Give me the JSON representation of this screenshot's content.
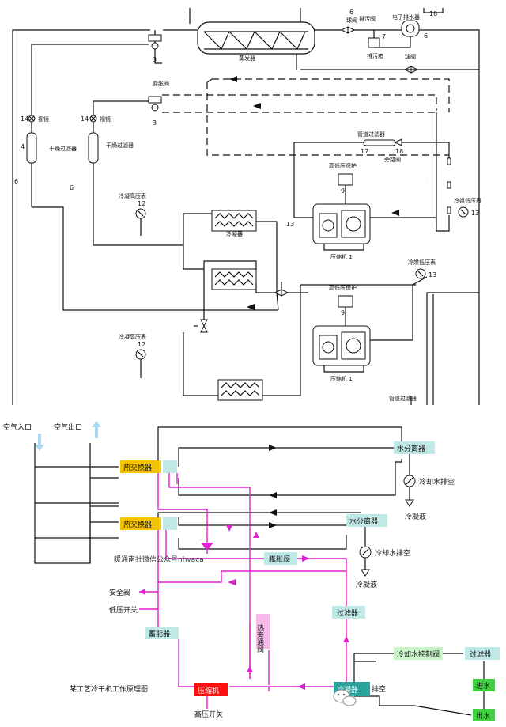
{
  "upper": {
    "labels": {
      "sight_glass_left": "视镜",
      "sight_glass_right": "视镜",
      "num_14_left": "14",
      "num_14_right": "14",
      "dryer_left": "干燥过滤器",
      "dryer_right": "干燥过滤器",
      "num_4": "4",
      "num_6_left": "6",
      "num_6_mid": "6",
      "num_3_top": "3",
      "num_3_mid": "3",
      "expansion_valve": "膨胀阀",
      "evaporator": "蒸发器",
      "valve_top": "球阀",
      "drain_top": "排污阀",
      "num_6_top": "6",
      "num_7": "7",
      "electronic_drain": "电子排水器",
      "num_6_right": "6",
      "num_18_top": "18",
      "drain_box": "排污箱",
      "ball_valve": "球阀",
      "pipe_filter": "管道过滤器",
      "num_17": "17",
      "num_18": "18",
      "bypass_valve": "旁路阀",
      "hp_protect_top": "高低压保护",
      "num_9_top": "9",
      "cond_hp_gauge_top": "冷凝高压表",
      "num_12_top": "12",
      "num_13_left": "13",
      "lp_gauge_top": "冷媒低压表",
      "num_13_right": "13",
      "compressor_top": "压缩机 1",
      "lp_gauge_mid": "冷媒低压表",
      "num_13_mid": "13",
      "hp_protect_bot": "高低压保护",
      "num_9_bot": "9",
      "cond_hp_gauge_bot": "冷凝高压表",
      "num_12_bot": "12",
      "compressor_bot": "压缩机 1",
      "pipe_filter_bot": "管道过滤器",
      "hx_small": "冷凝器"
    }
  },
  "lower": {
    "air_inlet": "空气入口",
    "air_outlet": "空气出口",
    "hx_top": "热交换器",
    "hx_bottom": "热交换器",
    "water_sep_top": "水分离器",
    "water_sep_bottom": "水分离器",
    "cooling_drain_top": "冷却水排空",
    "cooling_drain_bottom": "冷却水排空",
    "condensate_top": "冷凝液",
    "condensate_bottom": "冷凝液",
    "watermark": "暖通南社微信公众号nhvaca",
    "expansion_valve": "膨胀阀",
    "safety_valve": "安全阀",
    "low_pressure_switch": "低压开关",
    "accumulator": "蓄能器",
    "hot_bypass_valve": "热旁通阀",
    "filter_mid": "过滤器",
    "cooling_water_control_valve": "冷却水控制阀",
    "filter_right": "过滤器",
    "water_in": "进水",
    "water_out": "出水",
    "diagram_caption": "某工艺冷干机工作原理图",
    "compressor": "压缩机",
    "condenser": "冷凝器",
    "drain_empty": "排空",
    "high_pressure_switch": "高压开关"
  },
  "colors": {
    "yellow": "#f5c400",
    "teal": "#bfe9e6",
    "teal_dark": "#3fc7bd",
    "pink": "#f7b9e8",
    "red": "#ff1010",
    "green": "#40d040",
    "green_light": "#c9f5c9",
    "magenta": "#e020d0"
  }
}
